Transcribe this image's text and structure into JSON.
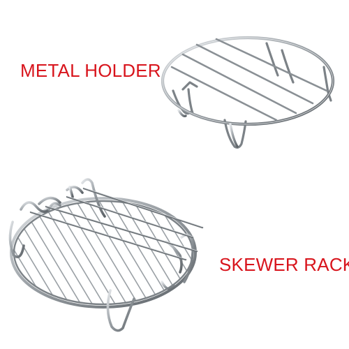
{
  "labels": {
    "metal_holder": "METAL HOLDER",
    "skewer_rack": "SKEWER RACK"
  },
  "colors": {
    "label_text": "#d8141c",
    "background": "#ffffff",
    "metal": "#8e9499",
    "metal_highlight": "#dfe3e6",
    "metal_shadow": "#5b6166"
  },
  "products": [
    {
      "name": "metal-holder",
      "description_visible": false
    },
    {
      "name": "skewer-rack",
      "skewer_count": 4
    }
  ]
}
